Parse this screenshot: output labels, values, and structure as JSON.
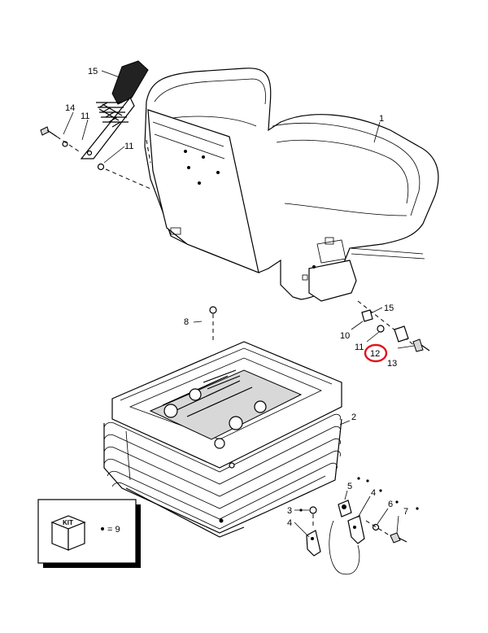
{
  "callouts": {
    "c1": "1",
    "c2": "2",
    "c3": "3",
    "c4a": "4",
    "c4b": "4",
    "c5": "5",
    "c6": "6",
    "c7": "7",
    "c8": "8",
    "c10": "10",
    "c11a": "11",
    "c11b": "11",
    "c11c": "11",
    "c12": "12",
    "c13": "13",
    "c14": "14",
    "c15a": "15",
    "c15b": "15"
  },
  "kit_legend": {
    "box_label": "KIT",
    "equation": "= 9"
  },
  "highlight": {
    "callout": "12",
    "color": "#e0141e"
  }
}
